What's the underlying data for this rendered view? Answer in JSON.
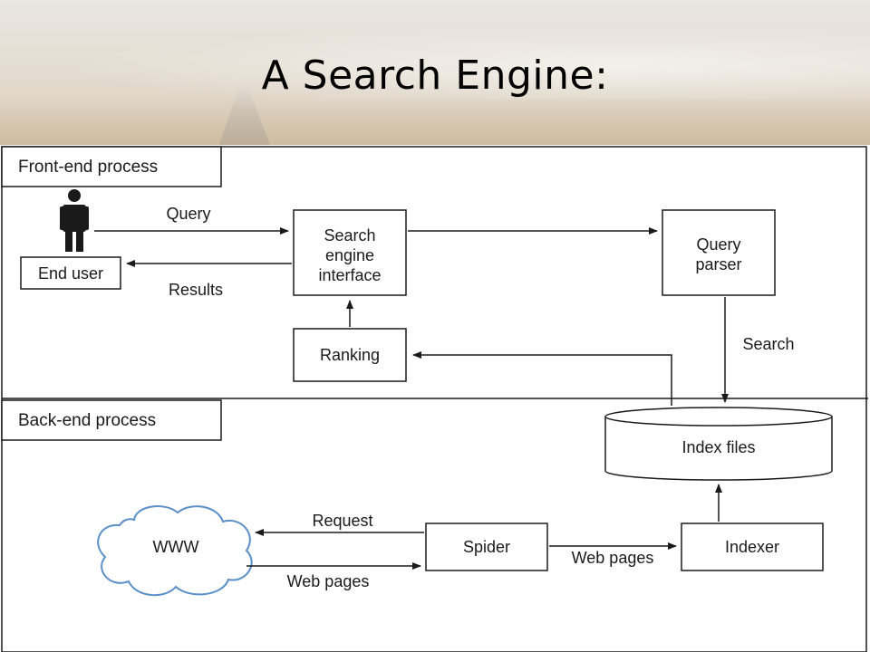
{
  "slide": {
    "title": "A Search Engine:"
  },
  "diagram": {
    "sections": {
      "front_end": "Front-end process",
      "back_end": "Back-end process"
    },
    "nodes": {
      "end_user": "End user",
      "search_interface": [
        "Search",
        "engine",
        "interface"
      ],
      "query_parser": [
        "Query",
        "parser"
      ],
      "ranking": "Ranking",
      "index_files": "Index files",
      "www": "WWW",
      "spider": "Spider",
      "indexer": "Indexer"
    },
    "edges": {
      "query": "Query",
      "results": "Results",
      "search": "Search",
      "request": "Request",
      "web_pages_in": "Web pages",
      "web_pages_out": "Web pages"
    }
  },
  "colors": {
    "ink": "#1a1a1a",
    "title": "#000000"
  }
}
